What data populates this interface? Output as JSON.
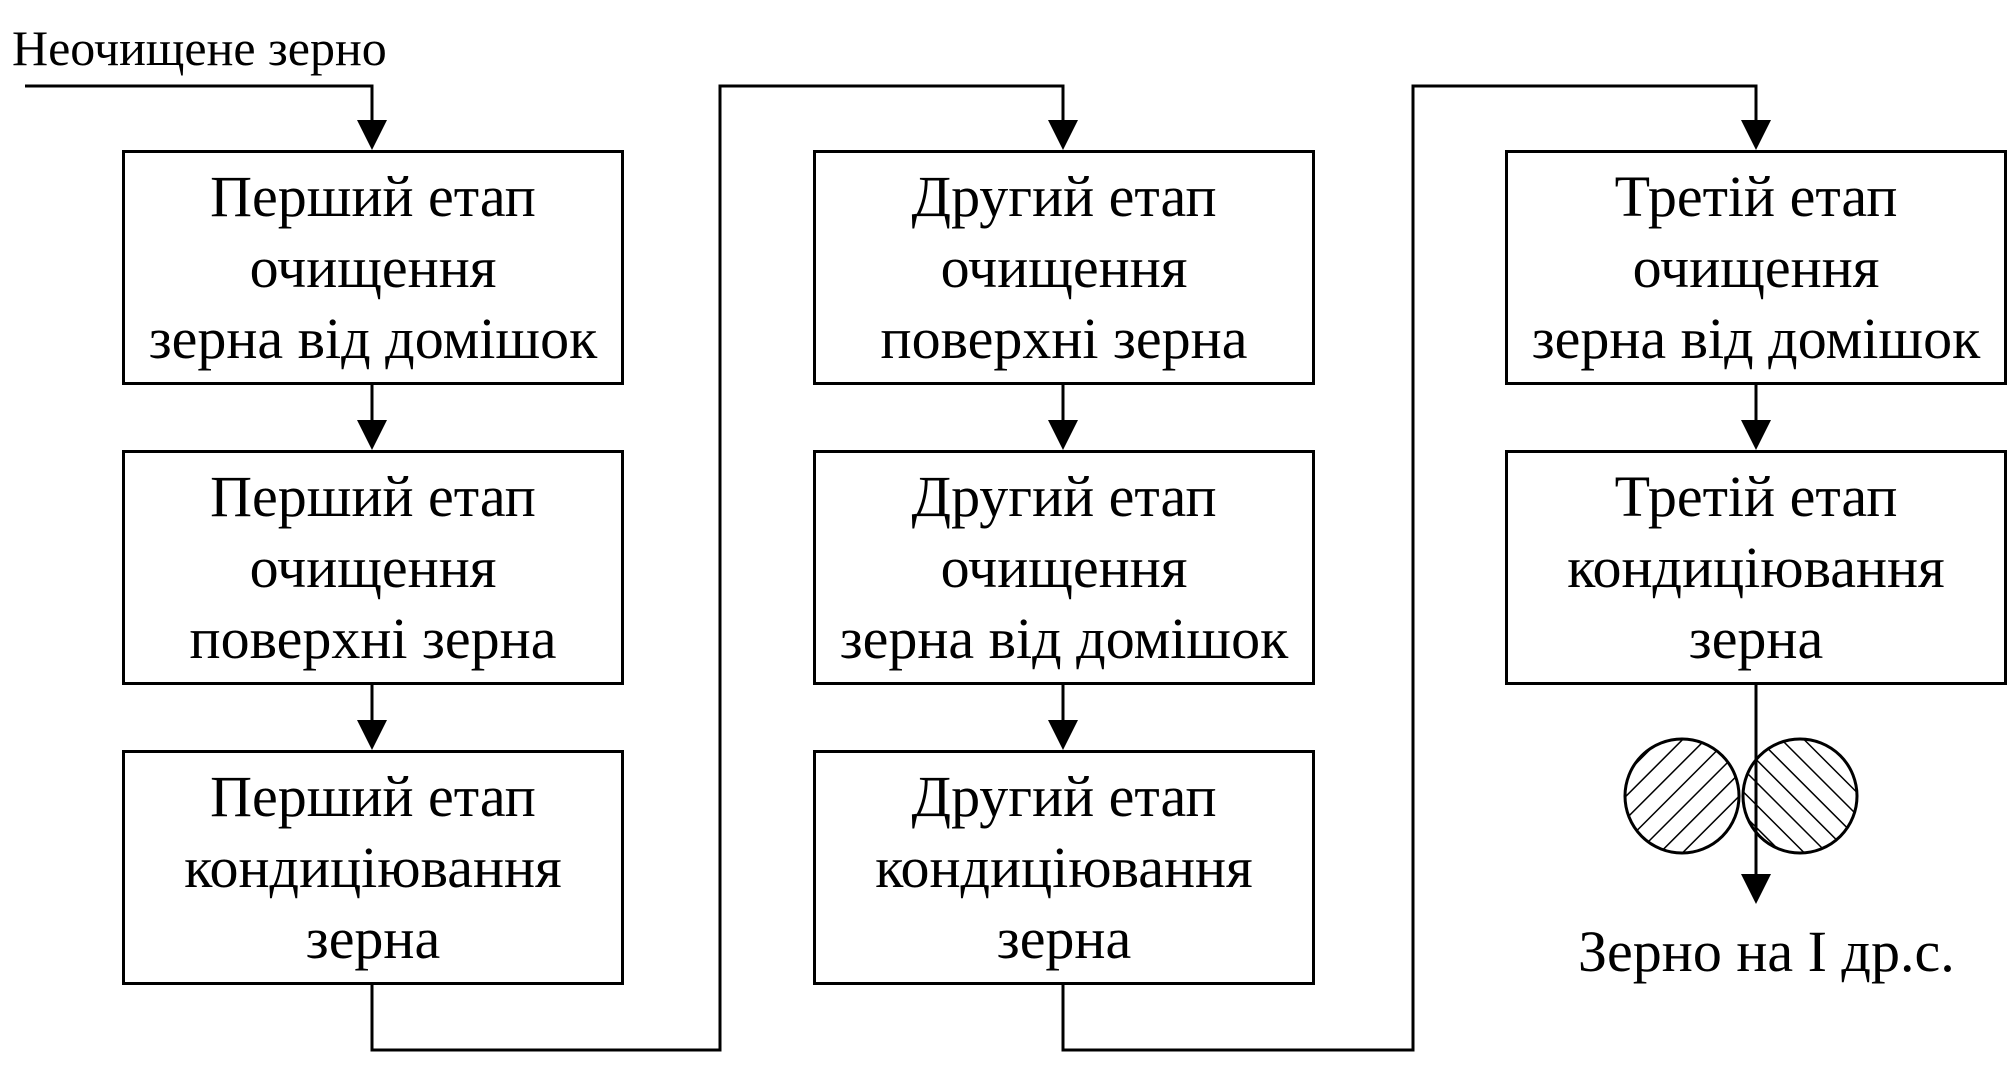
{
  "input_label": "Неочищене зерно",
  "output_label": "Зерно на I др.с.",
  "columns": [
    {
      "stages": [
        {
          "lines": [
            "Перший етап",
            "очищення",
            "зерна від домішок"
          ]
        },
        {
          "lines": [
            "Перший етап",
            "очищення",
            "поверхні зерна"
          ]
        },
        {
          "lines": [
            "Перший етап",
            "кондиціювання",
            "зерна"
          ]
        }
      ]
    },
    {
      "stages": [
        {
          "lines": [
            "Другий етап",
            "очищення",
            "поверхні зерна"
          ]
        },
        {
          "lines": [
            "Другий етап",
            "очищення",
            "зерна від домішок"
          ]
        },
        {
          "lines": [
            "Другий етап",
            "кондиціювання",
            "зерна"
          ]
        }
      ]
    },
    {
      "stages": [
        {
          "lines": [
            "Третій етап",
            "очищення",
            "зерна від домішок"
          ]
        },
        {
          "lines": [
            "Третій етап",
            "кондиціювання",
            "зерна"
          ]
        }
      ]
    }
  ]
}
